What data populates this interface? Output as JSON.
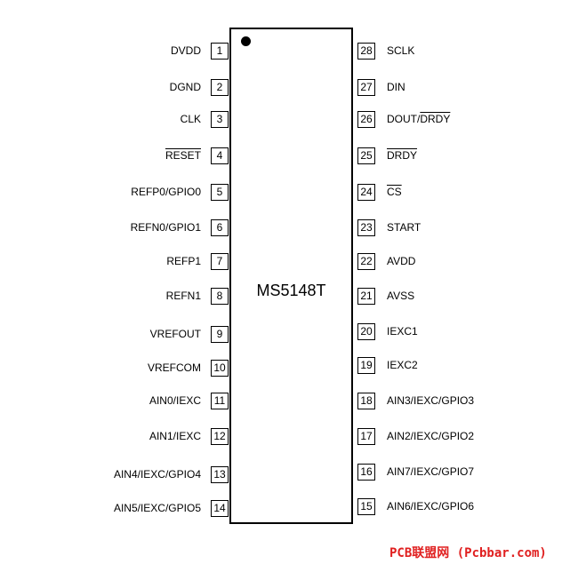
{
  "chip": {
    "name": "MS5148T"
  },
  "left_pins": [
    {
      "number": "1",
      "label": "DVDD",
      "overline": ""
    },
    {
      "number": "2",
      "label": "DGND",
      "overline": ""
    },
    {
      "number": "3",
      "label": "CLK",
      "overline": ""
    },
    {
      "number": "4",
      "label": "",
      "overline": "RESET"
    },
    {
      "number": "5",
      "label": "REFP0/GPIO0",
      "overline": ""
    },
    {
      "number": "6",
      "label": "REFN0/GPIO1",
      "overline": ""
    },
    {
      "number": "7",
      "label": "REFP1",
      "overline": ""
    },
    {
      "number": "8",
      "label": "REFN1",
      "overline": ""
    },
    {
      "number": "9",
      "label": "VREFOUT",
      "overline": ""
    },
    {
      "number": "10",
      "label": "VREFCOM",
      "overline": ""
    },
    {
      "number": "11",
      "label": "AIN0/IEXC",
      "overline": ""
    },
    {
      "number": "12",
      "label": "AIN1/IEXC",
      "overline": ""
    },
    {
      "number": "13",
      "label": "AIN4/IEXC/GPIO4",
      "overline": ""
    },
    {
      "number": "14",
      "label": "AIN5/IEXC/GPIO5",
      "overline": ""
    }
  ],
  "right_pins": [
    {
      "number": "28",
      "label": "SCLK",
      "overline": ""
    },
    {
      "number": "27",
      "label": "DIN",
      "overline": ""
    },
    {
      "number": "26",
      "label": "DOUT/",
      "overline": "DRDY"
    },
    {
      "number": "25",
      "label": "",
      "overline": "DRDY"
    },
    {
      "number": "24",
      "label": "",
      "overline": "CS"
    },
    {
      "number": "23",
      "label": "START",
      "overline": ""
    },
    {
      "number": "22",
      "label": "AVDD",
      "overline": ""
    },
    {
      "number": "21",
      "label": "AVSS",
      "overline": ""
    },
    {
      "number": "20",
      "label": "IEXC1",
      "overline": ""
    },
    {
      "number": "19",
      "label": "IEXC2",
      "overline": ""
    },
    {
      "number": "18",
      "label": "AIN3/IEXC/GPIO3",
      "overline": ""
    },
    {
      "number": "17",
      "label": "AIN2/IEXC/GPIO2",
      "overline": ""
    },
    {
      "number": "16",
      "label": "AIN7/IEXC/GPIO7",
      "overline": ""
    },
    {
      "number": "15",
      "label": "AIN6/IEXC/GPIO6",
      "overline": ""
    }
  ],
  "watermark": "PCB联盟网 (Pcbbar.com)"
}
